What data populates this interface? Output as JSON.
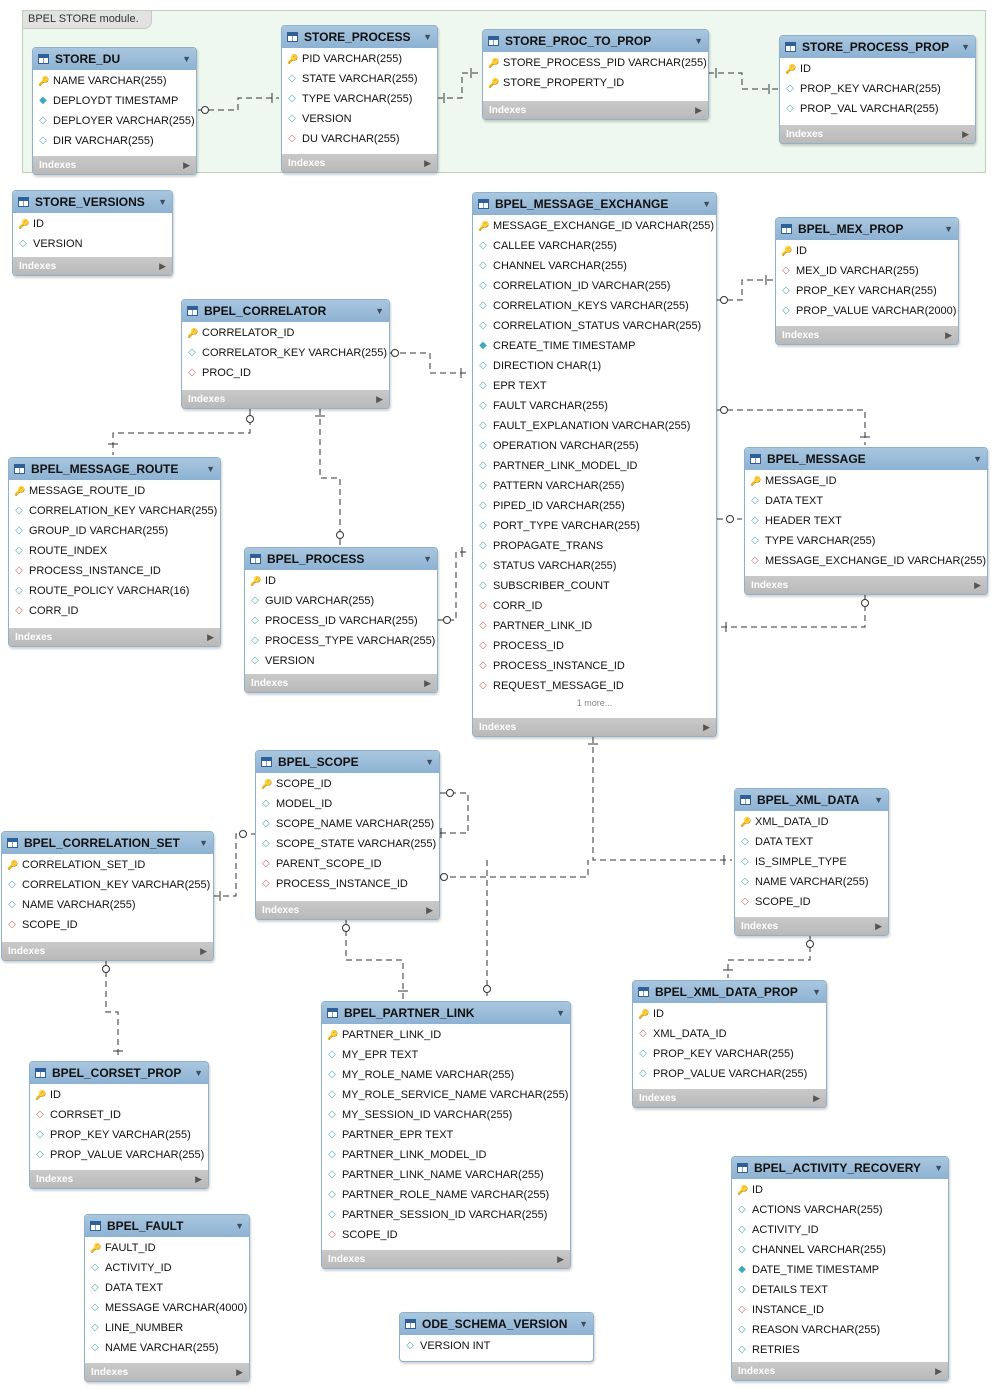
{
  "group": {
    "label": "BPEL STORE module."
  },
  "footer_label": "Indexes",
  "glyphs": {
    "pk": "key-icon",
    "attr": "diamond-outline-icon",
    "ts": "diamond-filled-icon",
    "fk": "diamond-red-icon"
  },
  "colors": {
    "header": "#96b8d6",
    "group_bg": "#eef8ee",
    "footer": "#bfbfbf",
    "key": "#d9a700",
    "fk": "#cc6b6b"
  },
  "entities": {
    "store_du": {
      "title": "STORE_DU",
      "columns": [
        {
          "k": "pk",
          "t": "NAME VARCHAR(255)"
        },
        {
          "k": "ts",
          "t": "DEPLOYDT TIMESTAMP"
        },
        {
          "k": "attr",
          "t": "DEPLOYER VARCHAR(255)"
        },
        {
          "k": "attr",
          "t": "DIR VARCHAR(255)"
        }
      ]
    },
    "store_process": {
      "title": "STORE_PROCESS",
      "columns": [
        {
          "k": "pk",
          "t": "PID VARCHAR(255)"
        },
        {
          "k": "attr",
          "t": "STATE VARCHAR(255)"
        },
        {
          "k": "attr",
          "t": "TYPE VARCHAR(255)"
        },
        {
          "k": "attr",
          "t": "VERSION"
        },
        {
          "k": "fk",
          "t": "DU VARCHAR(255)"
        }
      ]
    },
    "store_proc_to_prop": {
      "title": "STORE_PROC_TO_PROP",
      "columns": [
        {
          "k": "pk",
          "t": "STORE_PROCESS_PID VARCHAR(255)"
        },
        {
          "k": "pk",
          "t": "STORE_PROPERTY_ID"
        }
      ]
    },
    "store_process_prop": {
      "title": "STORE_PROCESS_PROP",
      "columns": [
        {
          "k": "pk",
          "t": "ID"
        },
        {
          "k": "attr",
          "t": "PROP_KEY VARCHAR(255)"
        },
        {
          "k": "attr",
          "t": "PROP_VAL VARCHAR(255)"
        }
      ]
    },
    "store_versions": {
      "title": "STORE_VERSIONS",
      "columns": [
        {
          "k": "pk",
          "t": "ID"
        },
        {
          "k": "attr",
          "t": "VERSION"
        }
      ]
    },
    "bpel_message_exchange": {
      "title": "BPEL_MESSAGE_EXCHANGE",
      "more": "1 more...",
      "columns": [
        {
          "k": "pk",
          "t": "MESSAGE_EXCHANGE_ID VARCHAR(255)"
        },
        {
          "k": "attr",
          "t": "CALLEE VARCHAR(255)"
        },
        {
          "k": "attr",
          "t": "CHANNEL VARCHAR(255)"
        },
        {
          "k": "attr",
          "t": "CORRELATION_ID VARCHAR(255)"
        },
        {
          "k": "attr",
          "t": "CORRELATION_KEYS VARCHAR(255)"
        },
        {
          "k": "attr",
          "t": "CORRELATION_STATUS VARCHAR(255)"
        },
        {
          "k": "ts",
          "t": "CREATE_TIME TIMESTAMP"
        },
        {
          "k": "attr",
          "t": "DIRECTION CHAR(1)"
        },
        {
          "k": "attr",
          "t": "EPR TEXT"
        },
        {
          "k": "attr",
          "t": "FAULT VARCHAR(255)"
        },
        {
          "k": "attr",
          "t": "FAULT_EXPLANATION VARCHAR(255)"
        },
        {
          "k": "attr",
          "t": "OPERATION VARCHAR(255)"
        },
        {
          "k": "attr",
          "t": "PARTNER_LINK_MODEL_ID"
        },
        {
          "k": "attr",
          "t": "PATTERN VARCHAR(255)"
        },
        {
          "k": "attr",
          "t": "PIPED_ID VARCHAR(255)"
        },
        {
          "k": "attr",
          "t": "PORT_TYPE VARCHAR(255)"
        },
        {
          "k": "attr",
          "t": "PROPAGATE_TRANS"
        },
        {
          "k": "attr",
          "t": "STATUS VARCHAR(255)"
        },
        {
          "k": "attr",
          "t": "SUBSCRIBER_COUNT"
        },
        {
          "k": "fk",
          "t": "CORR_ID"
        },
        {
          "k": "fk",
          "t": "PARTNER_LINK_ID"
        },
        {
          "k": "fk",
          "t": "PROCESS_ID"
        },
        {
          "k": "fk",
          "t": "PROCESS_INSTANCE_ID"
        },
        {
          "k": "fk",
          "t": "REQUEST_MESSAGE_ID"
        }
      ]
    },
    "bpel_mex_prop": {
      "title": "BPEL_MEX_PROP",
      "columns": [
        {
          "k": "pk",
          "t": "ID"
        },
        {
          "k": "fk",
          "t": "MEX_ID VARCHAR(255)"
        },
        {
          "k": "attr",
          "t": "PROP_KEY VARCHAR(255)"
        },
        {
          "k": "attr",
          "t": "PROP_VALUE VARCHAR(2000)"
        }
      ]
    },
    "bpel_correlator": {
      "title": "BPEL_CORRELATOR",
      "columns": [
        {
          "k": "pk",
          "t": "CORRELATOR_ID"
        },
        {
          "k": "attr",
          "t": "CORRELATOR_KEY VARCHAR(255)"
        },
        {
          "k": "fk",
          "t": "PROC_ID"
        }
      ]
    },
    "bpel_message": {
      "title": "BPEL_MESSAGE",
      "columns": [
        {
          "k": "pk",
          "t": "MESSAGE_ID"
        },
        {
          "k": "attr",
          "t": "DATA TEXT"
        },
        {
          "k": "attr",
          "t": "HEADER TEXT"
        },
        {
          "k": "attr",
          "t": "TYPE VARCHAR(255)"
        },
        {
          "k": "fk",
          "t": "MESSAGE_EXCHANGE_ID VARCHAR(255)"
        }
      ]
    },
    "bpel_message_route": {
      "title": "BPEL_MESSAGE_ROUTE",
      "columns": [
        {
          "k": "pk",
          "t": "MESSAGE_ROUTE_ID"
        },
        {
          "k": "attr",
          "t": "CORRELATION_KEY VARCHAR(255)"
        },
        {
          "k": "attr",
          "t": "GROUP_ID VARCHAR(255)"
        },
        {
          "k": "attr",
          "t": "ROUTE_INDEX"
        },
        {
          "k": "fk",
          "t": "PROCESS_INSTANCE_ID"
        },
        {
          "k": "attr",
          "t": "ROUTE_POLICY VARCHAR(16)"
        },
        {
          "k": "fk",
          "t": "CORR_ID"
        }
      ]
    },
    "bpel_process": {
      "title": "BPEL_PROCESS",
      "columns": [
        {
          "k": "pk",
          "t": "ID"
        },
        {
          "k": "attr",
          "t": "GUID VARCHAR(255)"
        },
        {
          "k": "attr",
          "t": "PROCESS_ID VARCHAR(255)"
        },
        {
          "k": "attr",
          "t": "PROCESS_TYPE VARCHAR(255)"
        },
        {
          "k": "attr",
          "t": "VERSION"
        }
      ]
    },
    "bpel_scope": {
      "title": "BPEL_SCOPE",
      "columns": [
        {
          "k": "pk",
          "t": "SCOPE_ID"
        },
        {
          "k": "attr",
          "t": "MODEL_ID"
        },
        {
          "k": "attr",
          "t": "SCOPE_NAME VARCHAR(255)"
        },
        {
          "k": "attr",
          "t": "SCOPE_STATE VARCHAR(255)"
        },
        {
          "k": "fk",
          "t": "PARENT_SCOPE_ID"
        },
        {
          "k": "fk",
          "t": "PROCESS_INSTANCE_ID"
        }
      ]
    },
    "bpel_correlation_set": {
      "title": "BPEL_CORRELATION_SET",
      "columns": [
        {
          "k": "pk",
          "t": "CORRELATION_SET_ID"
        },
        {
          "k": "attr",
          "t": "CORRELATION_KEY VARCHAR(255)"
        },
        {
          "k": "attr",
          "t": "NAME VARCHAR(255)"
        },
        {
          "k": "fk",
          "t": "SCOPE_ID"
        }
      ]
    },
    "bpel_xml_data": {
      "title": "BPEL_XML_DATA",
      "columns": [
        {
          "k": "pk",
          "t": "XML_DATA_ID"
        },
        {
          "k": "attr",
          "t": "DATA TEXT"
        },
        {
          "k": "attr",
          "t": "IS_SIMPLE_TYPE"
        },
        {
          "k": "attr",
          "t": "NAME VARCHAR(255)"
        },
        {
          "k": "fk",
          "t": "SCOPE_ID"
        }
      ]
    },
    "bpel_xml_data_prop": {
      "title": "BPEL_XML_DATA_PROP",
      "columns": [
        {
          "k": "pk",
          "t": "ID"
        },
        {
          "k": "fk",
          "t": "XML_DATA_ID"
        },
        {
          "k": "attr",
          "t": "PROP_KEY VARCHAR(255)"
        },
        {
          "k": "attr",
          "t": "PROP_VALUE VARCHAR(255)"
        }
      ]
    },
    "bpel_partner_link": {
      "title": "BPEL_PARTNER_LINK",
      "columns": [
        {
          "k": "pk",
          "t": "PARTNER_LINK_ID"
        },
        {
          "k": "attr",
          "t": "MY_EPR TEXT"
        },
        {
          "k": "attr",
          "t": "MY_ROLE_NAME VARCHAR(255)"
        },
        {
          "k": "attr",
          "t": "MY_ROLE_SERVICE_NAME VARCHAR(255)"
        },
        {
          "k": "attr",
          "t": "MY_SESSION_ID VARCHAR(255)"
        },
        {
          "k": "attr",
          "t": "PARTNER_EPR TEXT"
        },
        {
          "k": "attr",
          "t": "PARTNER_LINK_MODEL_ID"
        },
        {
          "k": "attr",
          "t": "PARTNER_LINK_NAME VARCHAR(255)"
        },
        {
          "k": "attr",
          "t": "PARTNER_ROLE_NAME VARCHAR(255)"
        },
        {
          "k": "attr",
          "t": "PARTNER_SESSION_ID VARCHAR(255)"
        },
        {
          "k": "fk",
          "t": "SCOPE_ID"
        }
      ]
    },
    "bpel_corset_prop": {
      "title": "BPEL_CORSET_PROP",
      "columns": [
        {
          "k": "pk",
          "t": "ID"
        },
        {
          "k": "fk",
          "t": "CORRSET_ID"
        },
        {
          "k": "attr",
          "t": "PROP_KEY VARCHAR(255)"
        },
        {
          "k": "attr",
          "t": "PROP_VALUE VARCHAR(255)"
        }
      ]
    },
    "bpel_fault": {
      "title": "BPEL_FAULT",
      "columns": [
        {
          "k": "pk",
          "t": "FAULT_ID"
        },
        {
          "k": "attr",
          "t": "ACTIVITY_ID"
        },
        {
          "k": "attr",
          "t": "DATA TEXT"
        },
        {
          "k": "attr",
          "t": "MESSAGE VARCHAR(4000)"
        },
        {
          "k": "attr",
          "t": "LINE_NUMBER"
        },
        {
          "k": "attr",
          "t": "NAME VARCHAR(255)"
        }
      ]
    },
    "ode_schema_version": {
      "title": "ODE_SCHEMA_VERSION",
      "no_footer": true,
      "columns": [
        {
          "k": "attr",
          "t": "VERSION INT"
        }
      ]
    },
    "bpel_activity_recovery": {
      "title": "BPEL_ACTIVITY_RECOVERY",
      "columns": [
        {
          "k": "pk",
          "t": "ID"
        },
        {
          "k": "attr",
          "t": "ACTIONS VARCHAR(255)"
        },
        {
          "k": "attr",
          "t": "ACTIVITY_ID"
        },
        {
          "k": "attr",
          "t": "CHANNEL VARCHAR(255)"
        },
        {
          "k": "ts",
          "t": "DATE_TIME TIMESTAMP"
        },
        {
          "k": "attr",
          "t": "DETAILS TEXT"
        },
        {
          "k": "fk",
          "t": "INSTANCE_ID"
        },
        {
          "k": "attr",
          "t": "REASON VARCHAR(255)"
        },
        {
          "k": "attr",
          "t": "RETRIES"
        }
      ]
    }
  }
}
